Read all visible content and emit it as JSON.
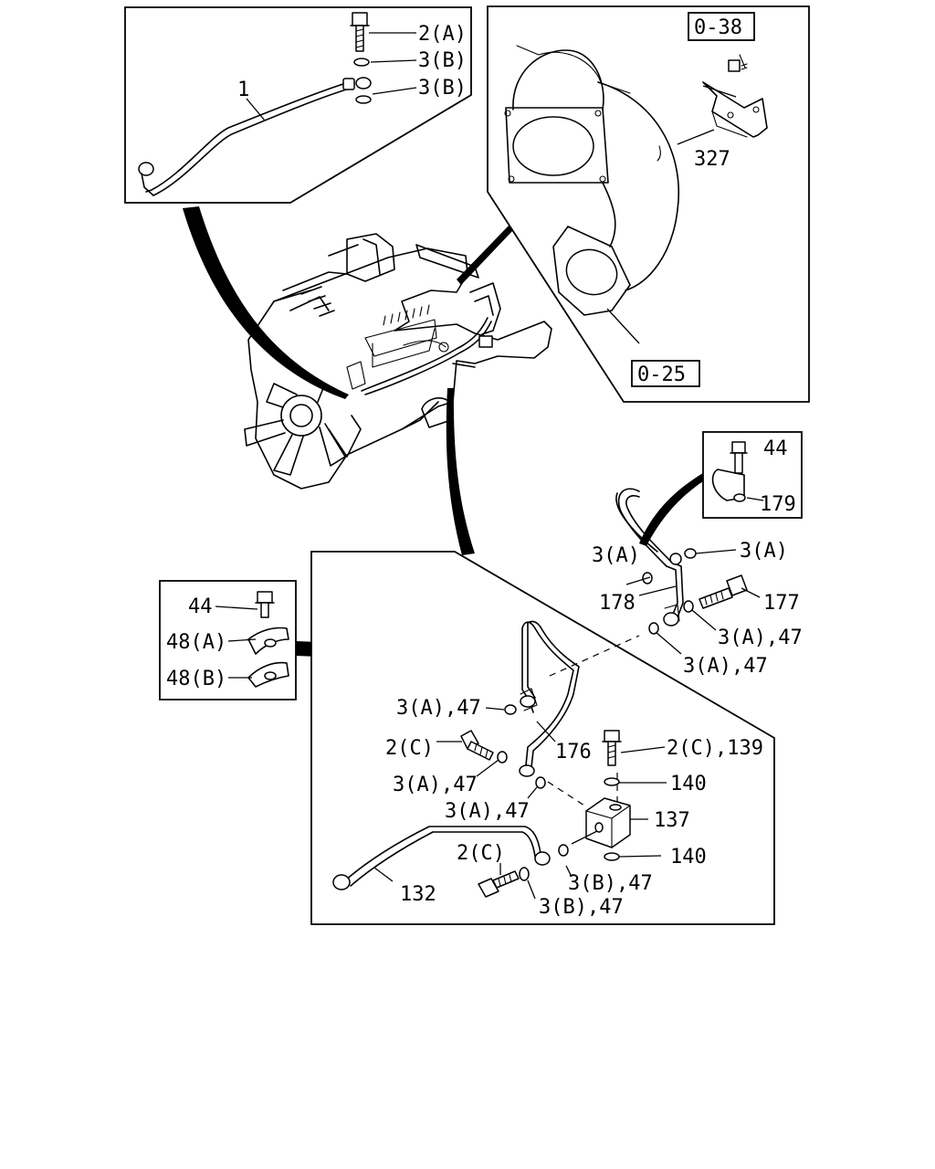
{
  "labels": {
    "top_left": {
      "bolt": "2(A)",
      "washer_1": "3(B)",
      "washer_2": "3(B)",
      "pipe": "1"
    },
    "top_right": {
      "ref_top": "0-38",
      "bracket": "327",
      "ref_bottom": "0-25"
    },
    "right_small": {
      "bolt": "44",
      "clip": "179"
    },
    "left_small": {
      "bolt": "44",
      "clip_a": "48(A)",
      "clip_b": "48(B)"
    },
    "bottom": {
      "w_3a_left": "3(A)",
      "w_3a_right": "3(A)",
      "pipe_178": "178",
      "bolt_177": "177",
      "w_3a47_1": "3(A),47",
      "w_3a47_2": "3(A),47",
      "w_3a47_3": "3(A),47",
      "pipe_176": "176",
      "bolt_2c_1": "2(C)",
      "bolt_2c139": "2(C),139",
      "w_3a47_4": "3(A),47",
      "w_140_1": "140",
      "w_3a47_5": "3(A),47",
      "block_137": "137",
      "bolt_2c_2": "2(C)",
      "w_140_2": "140",
      "pipe_132": "132",
      "w_3b47_1": "3(B),47",
      "w_3b47_2": "3(B),47"
    }
  }
}
